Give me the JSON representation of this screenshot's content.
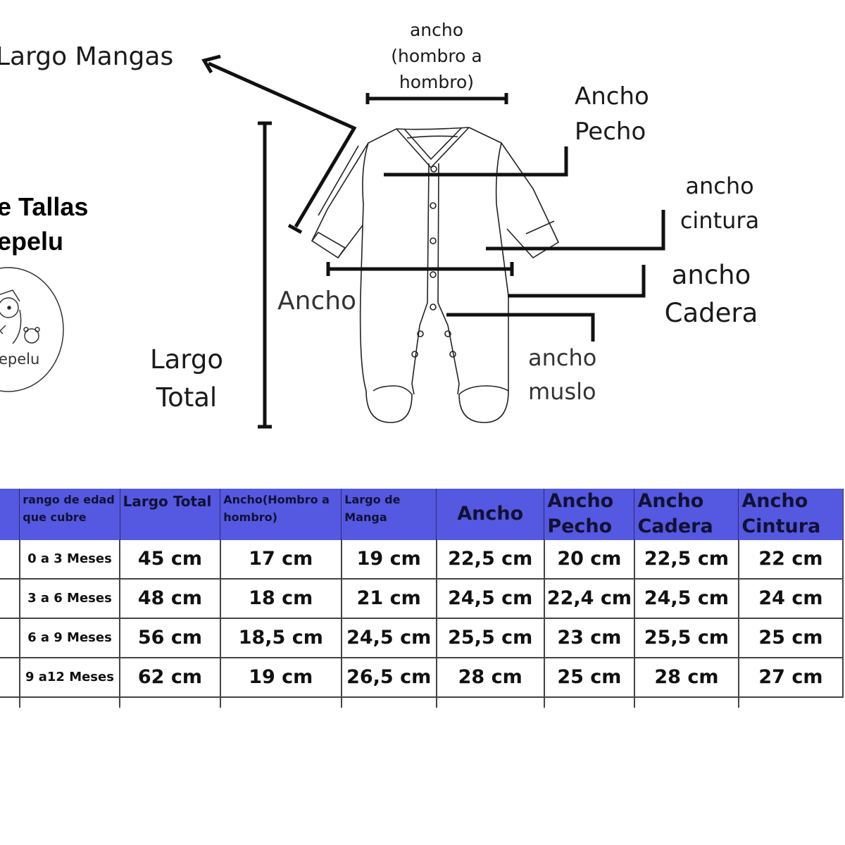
{
  "title": {
    "line1": "e Tallas",
    "line2": "epelu"
  },
  "logo": {
    "text": "epelu",
    "icon": "owl-and-bear-icon"
  },
  "diagram": {
    "labels": {
      "largo_mangas": "Largo Mangas",
      "ancho_hombro_1": "ancho",
      "ancho_hombro_2": "(hombro a",
      "ancho_hombro_3": "hombro)",
      "ancho_pecho_1": "Ancho",
      "ancho_pecho_2": "Pecho",
      "ancho_cintura_1": "ancho",
      "ancho_cintura_2": "cintura",
      "ancho_cadera_1": "ancho",
      "ancho_cadera_2": "Cadera",
      "ancho": "Ancho",
      "ancho_muslo_1": "ancho",
      "ancho_muslo_2": "muslo",
      "largo_total_1": "Largo",
      "largo_total_2": "Total"
    }
  },
  "table": {
    "header_color": "#5558e0",
    "columns": [
      "",
      "rango de edad que cubre",
      "Largo Total",
      "Ancho(Hombro a hombro)",
      "Largo de Manga",
      "Ancho",
      "Ancho Pecho",
      "Ancho Cadera",
      "Ancho Cintura"
    ],
    "rows": [
      [
        "",
        "0 a 3 Meses",
        "45 cm",
        "17 cm",
        "19 cm",
        "22,5 cm",
        "20 cm",
        "22,5 cm",
        "22 cm"
      ],
      [
        "",
        "3 a 6 Meses",
        "48 cm",
        "18 cm",
        "21 cm",
        "24,5 cm",
        "22,4 cm",
        "24,5 cm",
        "24 cm"
      ],
      [
        "",
        "6 a 9 Meses",
        "56 cm",
        "18,5 cm",
        "24,5 cm",
        "25,5 cm",
        "23 cm",
        "25,5 cm",
        "25 cm"
      ],
      [
        "",
        "9 a12 Meses",
        "62 cm",
        "19 cm",
        "26,5 cm",
        "28 cm",
        "25 cm",
        "28 cm",
        "27 cm"
      ]
    ]
  }
}
